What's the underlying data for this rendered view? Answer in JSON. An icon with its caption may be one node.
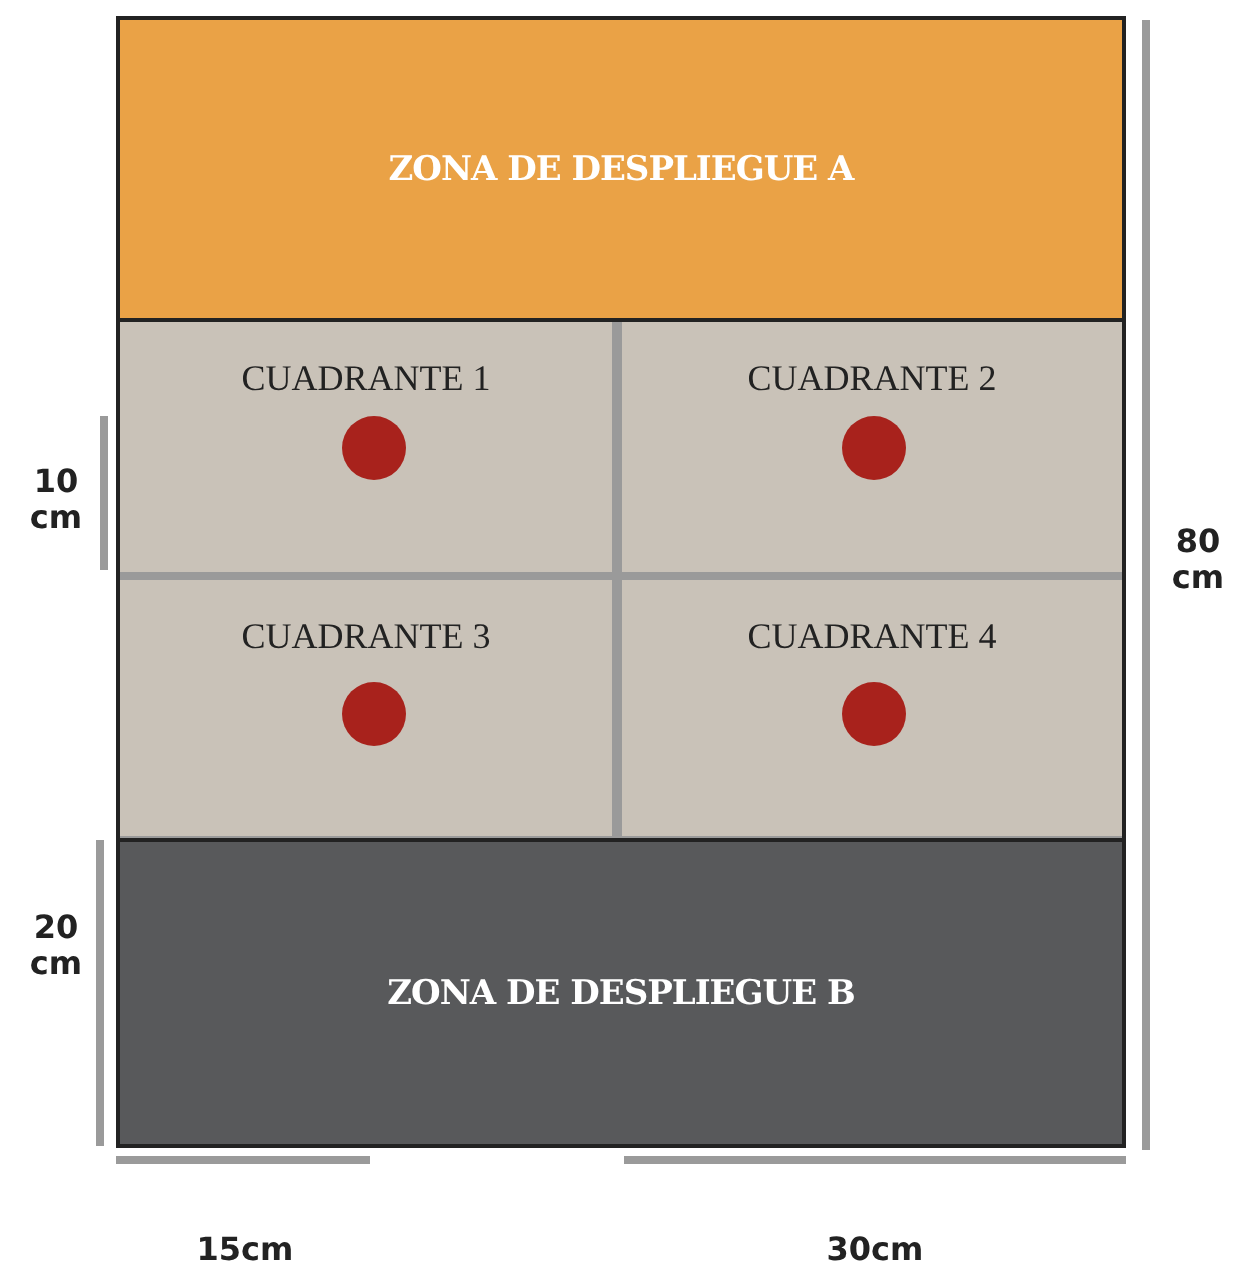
{
  "diagram": {
    "nodes": [
      {
        "text": [
          "ZONA DE DESPLIEGUE A"
        ]
      },
      {
        "text": [
          "CUADRANTE 1"
        ]
      },
      {
        "text": [
          "CUADRANTE 2"
        ]
      },
      {
        "text": [
          "CUADRANTE 3"
        ]
      },
      {
        "text": [
          "CUADRANTE 4"
        ]
      },
      {
        "text": [
          "ZONA DE DESPLIEGUE B"
        ]
      }
    ],
    "edges": [],
    "labels": [
      "10 cm",
      "80 cm",
      "20 cm",
      "15cm",
      "30cm"
    ]
  }
}
